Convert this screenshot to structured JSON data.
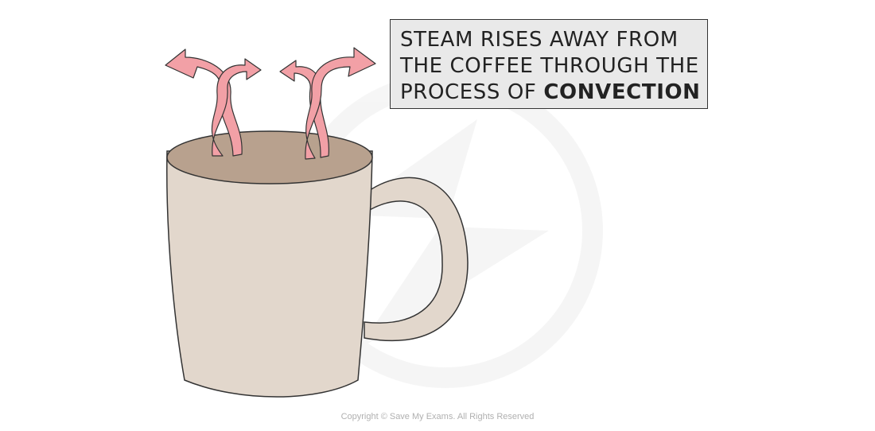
{
  "caption": {
    "line1": "STEAM RISES AWAY FROM",
    "line2": "THE COFFEE THROUGH THE",
    "line3_prefix": "PROCESS OF ",
    "line3_bold": "CONVECTION"
  },
  "copyright": "Copyright © Save My Exams. All Rights Reserved",
  "colors": {
    "mug_body": "#e2d7cc",
    "coffee_surface": "#b8a18e",
    "steam_arrow": "#f2a0a6",
    "outline": "#333333",
    "caption_bg": "#e9e9e9",
    "watermark": "#e4e4e4"
  }
}
